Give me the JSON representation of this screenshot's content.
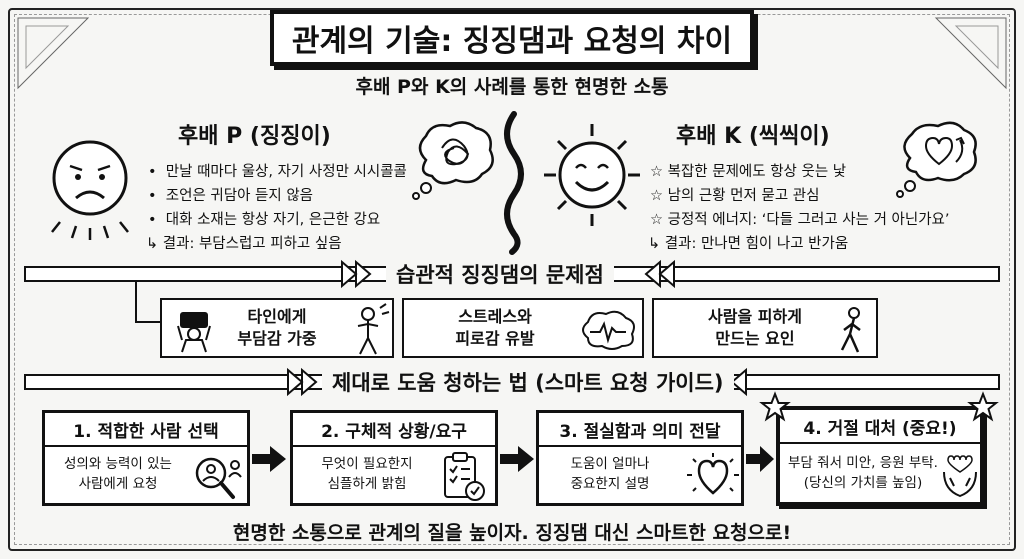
{
  "title": "관계의 기술: 징징댐과 요청의 차이",
  "subtitle": "후배 P와 K의 사례를 통한 현명한 소통",
  "left": {
    "heading": "후배 P (징징이)",
    "items": [
      "만날 때마다 울상, 자기 사정만 시시콜콜",
      "조언은 귀담아 듣지 않음",
      "대화 소재는 항상 자기, 은근한 강요"
    ],
    "result": "결과: 부담스럽고 피하고 싶음"
  },
  "right": {
    "heading": "후배 K (씩씩이)",
    "items": [
      "복잡한 문제에도 항상 웃는 낯",
      "남의 근황 먼저 묻고 관심",
      "긍정적 에너지: ‘다들 그러고 사는 거 아닌가요’"
    ],
    "result": "결과: 만나면 힘이 나고 반가움"
  },
  "problems": {
    "heading": "습관적 징징댐의 문제점",
    "boxes": [
      {
        "line1": "타인에게",
        "line2": "부담감 가중"
      },
      {
        "line1": "스트레스와",
        "line2": "피로감 유발"
      },
      {
        "line1": "사람을 피하게",
        "line2": "만드는 요인"
      }
    ]
  },
  "guide": {
    "heading": "제대로 도움 청하는 법 (스마트 요청 가이드)",
    "steps": [
      {
        "title": "1. 적합한 사람 선택",
        "line1": "성의와 능력이 있는",
        "line2": "사람에게 요청"
      },
      {
        "title": "2. 구체적 상황/요구",
        "line1": "무엇이 필요한지",
        "line2": "심플하게 밝힘"
      },
      {
        "title": "3. 절실함과 의미 전달",
        "line1": "도움이 얼마나",
        "line2": "중요한지 설명"
      },
      {
        "title": "4. 거절 대처 (중요!)",
        "line1": "부담 줘서 미안, 응원 부탁.",
        "line2": "(당신의 가치를 높임)"
      }
    ]
  },
  "footer": "현명한 소통으로 관계의 질을 높이자. 징징댐 대신 스마트한 요청으로!",
  "icons": {
    "sad_face": "sad-face-icon",
    "sun": "sun-icon",
    "tangle": "tangled-thought-icon",
    "heart_arrow": "heart-up-icon",
    "burden": "burden-icon",
    "stress": "stress-cloud-icon",
    "walk": "walking-person-icon",
    "search": "search-person-icon",
    "checklist": "checklist-icon",
    "heart": "glowing-heart-icon",
    "hands": "open-hands-icon",
    "star": "star-icon"
  }
}
